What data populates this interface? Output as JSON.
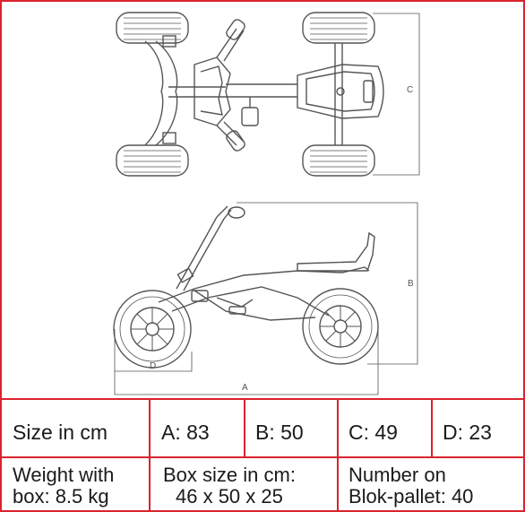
{
  "dimension_labels": {
    "a": "A",
    "b": "B",
    "c": "C",
    "d": "D"
  },
  "table": {
    "row1": {
      "size_label": "Size in cm",
      "a": "A: 83",
      "b": "B: 50",
      "c": "C: 49",
      "d": "D: 23"
    },
    "row2": {
      "weight_line1": "Weight with",
      "weight_line2": "box: 8.5 kg",
      "box_line1": "Box size in cm:",
      "box_line2": "46 x 50 x 25",
      "pallet_line1": "Number on",
      "pallet_line2": "Blok-pallet: 40"
    }
  },
  "colors": {
    "border": "#d9232e",
    "line": "#555555"
  }
}
